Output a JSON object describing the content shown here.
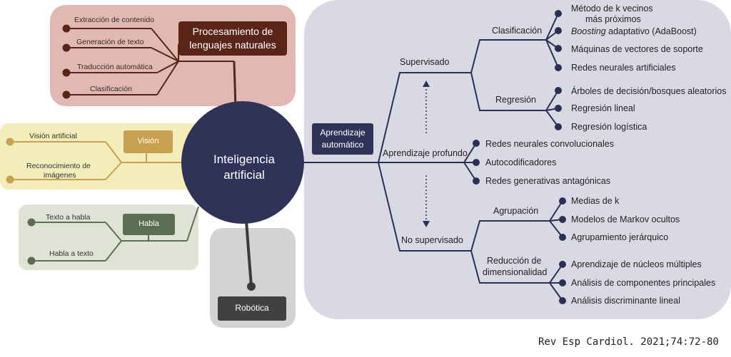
{
  "center": {
    "line1": "Inteligencia",
    "line2": "artificial"
  },
  "nlp": {
    "title_line1": "Procesamiento de",
    "title_line2": "lenguajes naturales",
    "items": [
      "Extracción de contenido",
      "Generación de texto",
      "Traducción automática",
      "Clasificación"
    ]
  },
  "vision": {
    "title": "Visión",
    "items": [
      "Visión artificial",
      "Reconocimiento de",
      "imágenes"
    ]
  },
  "speech": {
    "title": "Habla",
    "items": [
      "Texto a habla",
      "Habla a texto"
    ]
  },
  "robotics": {
    "title": "Robótica"
  },
  "ml": {
    "title_line1": "Aprendizaje",
    "title_line2": "automático",
    "supervised": "Supervisado",
    "classification": "Clasificación",
    "class_items": {
      "knn_line1": "Método de k vecinos",
      "knn_line2": "más próximos",
      "boosting_em": "Boosting",
      "boosting_rest": " adaptativo (AdaBoost)",
      "svm": "Máquinas de vectores de soporte",
      "ann": "Redes neurales artificiales"
    },
    "regression": "Regresión",
    "reg_items": [
      "Árboles de decisión/bosques aleatorios",
      "Regresión lineal",
      "Regresión logística"
    ],
    "deep": "Aprendizaje profundo",
    "deep_items": [
      "Redes neurales convolucionales",
      "Autocodificadores",
      "Redes generativas antagónicas"
    ],
    "unsupervised": "No supervisado",
    "clustering": "Agrupación",
    "clust_items": [
      "Medias de k",
      "Modelos de Markov ocultos",
      "Agrupamiento jerárquico"
    ],
    "dimred_line1": "Reducción de",
    "dimred_line2": "dimensionalidad",
    "dimred_items": [
      "Aprendizaje de núcleos múltiples",
      "Análisis de componentes principales",
      "Análisis discriminante lineal"
    ]
  },
  "citation": "Rev Esp Cardiol. 2021;74:72-80"
}
